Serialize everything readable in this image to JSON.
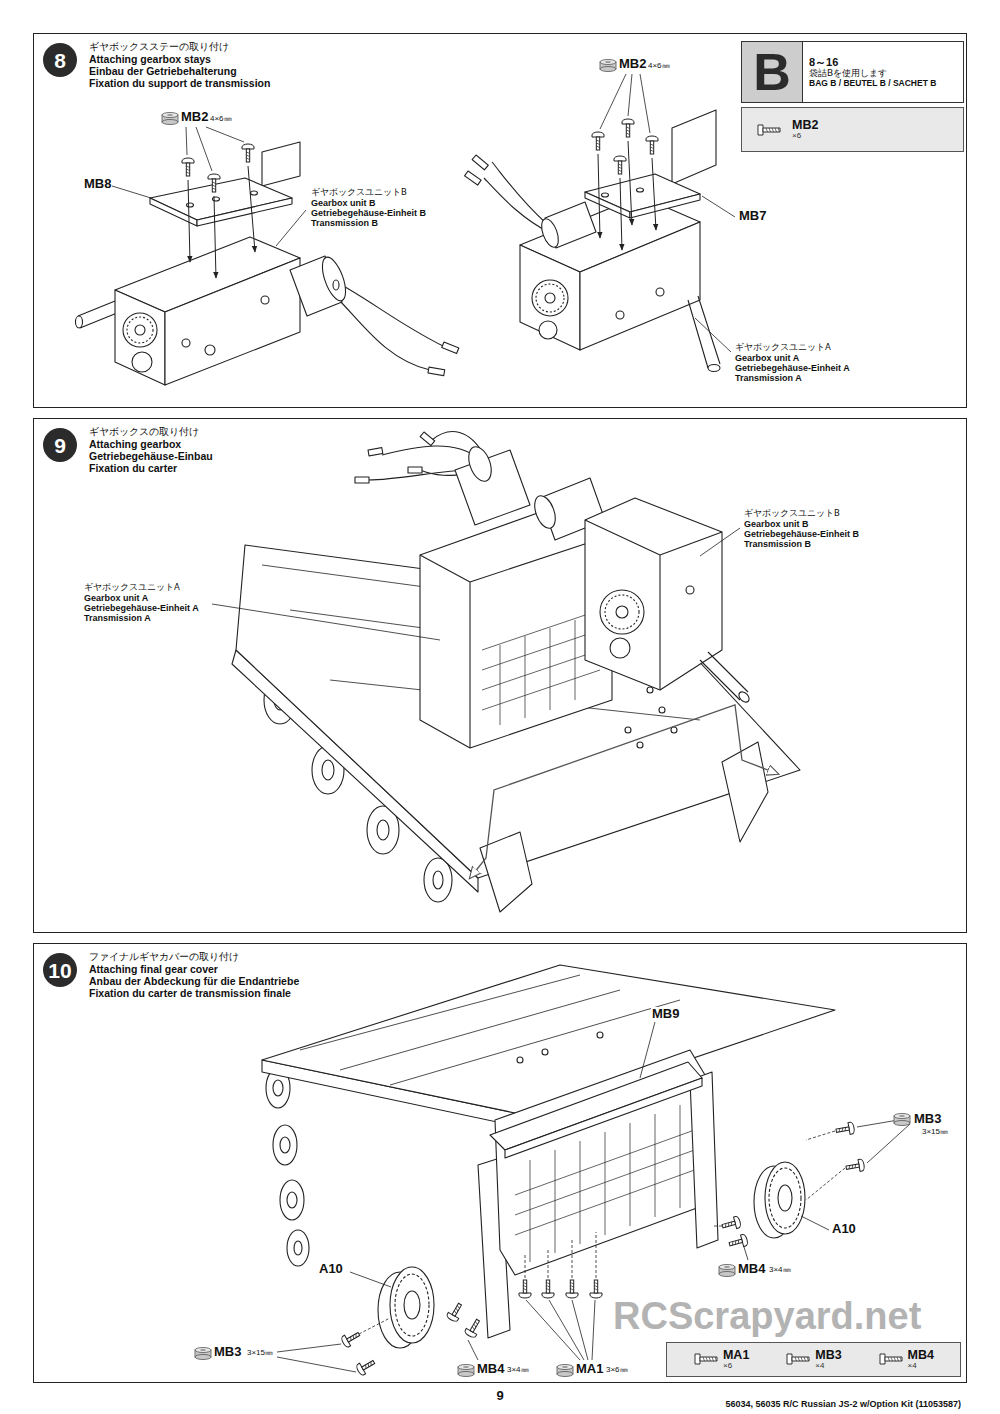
{
  "diagram": {
    "nodes": [
      {
        "text": [
          "ギヤボックスステーの取り付け",
          "Attaching gearbox stays",
          "Einbau der Getriebehalterung",
          "Fixation du support de transmission"
        ]
      },
      {
        "text": [
          "8"
        ],
        "in": 0
      },
      {
        "text": [
          "B",
          "8～16",
          "袋詰Bを使用します",
          "BAG B / BEUTEL B / SACHET B"
        ],
        "in": 0
      },
      {
        "text": [
          "MB2",
          "×6"
        ],
        "in": 0
      },
      {
        "text": [
          "ギヤボックスの取り付け",
          "Attaching gearbox",
          "Getriebegehäuse-Einbau",
          "Fixation du carter"
        ]
      },
      {
        "text": [
          "9"
        ],
        "in": 4
      },
      {
        "text": [
          "ファイナルギヤカバーの取り付け",
          "Attaching final gear cover",
          "Anbau der Abdeckung für die Endantriebe",
          "Fixation du carter de transmission finale"
        ]
      },
      {
        "text": [
          "10"
        ],
        "in": 6
      },
      {
        "text": [
          "MA1",
          "×6",
          "MB3",
          "×4",
          "MB4",
          "×4"
        ],
        "in": 6
      }
    ],
    "labels": [
      "MB2",
      "4×6㎜",
      "MB8",
      "ギヤボックスユニットB",
      "Gearbox unit B",
      "Getriebegehäuse-Einheit B",
      "Transmission B",
      "MB2",
      "4×6㎜",
      "MB7",
      "ギヤボックスユニットA",
      "Gearbox unit A",
      "Getriebegehäuse-Einheit A",
      "Transmission A",
      "ギヤボックスユニットB",
      "Gearbox unit B",
      "Getriebegehäuse-Einheit B",
      "Transmission B",
      "ギヤボックスユニットA",
      "Gearbox unit A",
      "Getriebegehäuse-Einheit A",
      "Transmission A",
      "MB9",
      "MB3",
      "3×15㎜",
      "A10",
      "MB4",
      "3×4㎜",
      "A10",
      "MB3",
      "3×15㎜",
      "MB4",
      "3×4㎜",
      "MA1",
      "3×6㎜",
      "RCScrapyard.net",
      "9",
      "56034, 56035 R/C Russian JS-2 w/Option Kit (11053587)"
    ]
  }
}
